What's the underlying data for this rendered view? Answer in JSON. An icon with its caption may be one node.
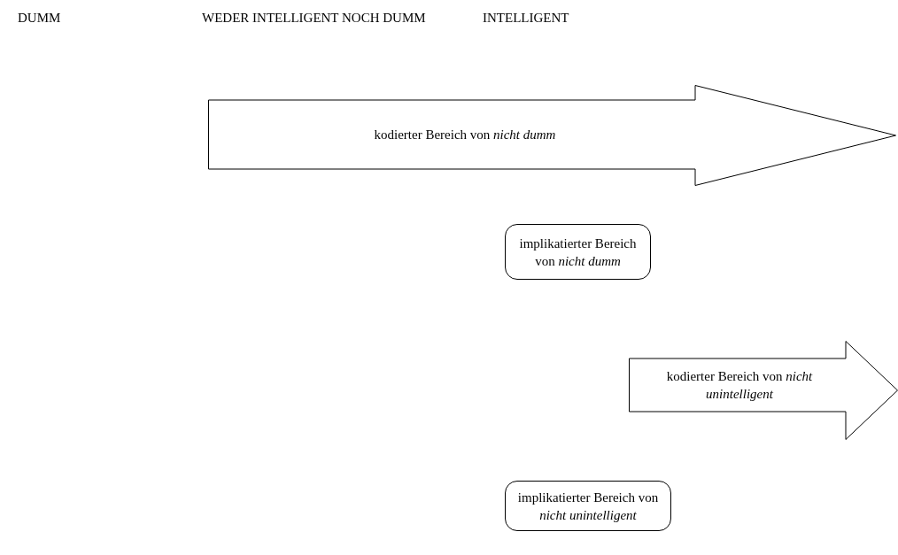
{
  "diagram": {
    "nodes": [
      {
        "text": [
          "kodierter Bereich von *nicht dumm*"
        ]
      },
      {
        "text": [
          "implikatierter Bereich von *nicht dumm*"
        ]
      },
      {
        "text": [
          "kodierter Bereich von *nicht unintelligent*"
        ]
      },
      {
        "text": [
          "implikatierter Bereich von *nicht unintelligent*"
        ]
      }
    ],
    "labels": [
      "DUMM",
      "WEDER INTELLIGENT NOCH DUMM",
      "INTELLIGENT"
    ]
  }
}
